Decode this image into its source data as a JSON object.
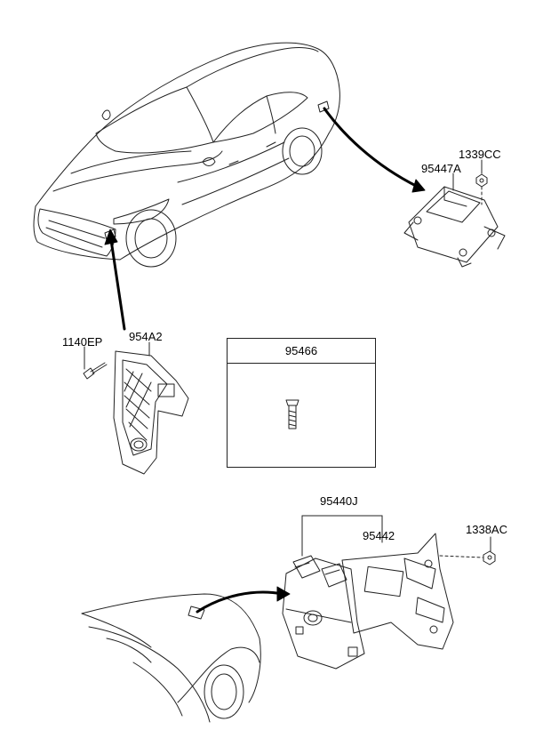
{
  "parts": {
    "airbag_module": "95447A",
    "airbag_nut": "1339CC",
    "front_bolt": "1140EP",
    "front_sensor": "954A2",
    "detail_bolt": "95466",
    "ecu_assembly": "95440J",
    "ecu_bracket": "95442",
    "ecu_nut": "1338AC"
  },
  "colors": {
    "line": "#222222",
    "fill": "#ffffff",
    "arrow": "#000000"
  }
}
